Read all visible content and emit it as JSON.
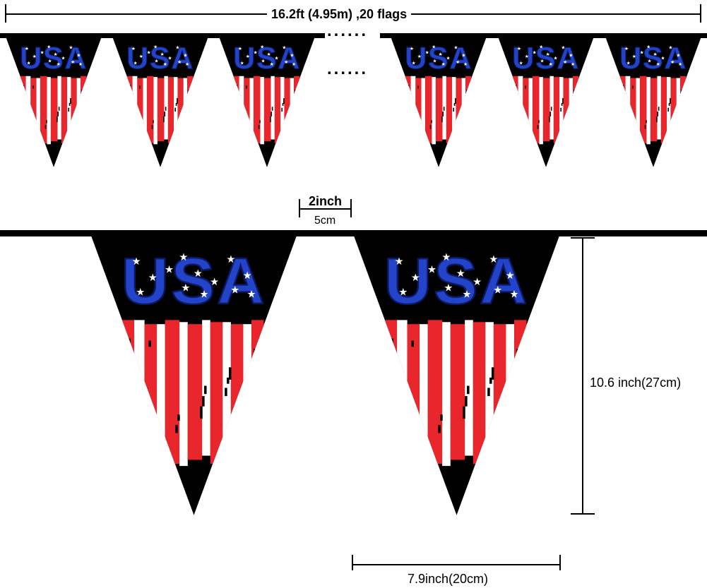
{
  "total_dimension": "16.2ft (4.95m) ,20 flags",
  "string_gap": {
    "inches": "2inch",
    "cm": "5cm"
  },
  "flag_height": "10.6 inch(27cm)",
  "flag_width": "7.9inch(20cm)",
  "ellipsis": "......",
  "flag_text": "USA",
  "colors": {
    "black": "#000000",
    "red": "#e8262b",
    "white": "#ffffff",
    "blue": "#2344c8",
    "star": "#ffffff"
  }
}
